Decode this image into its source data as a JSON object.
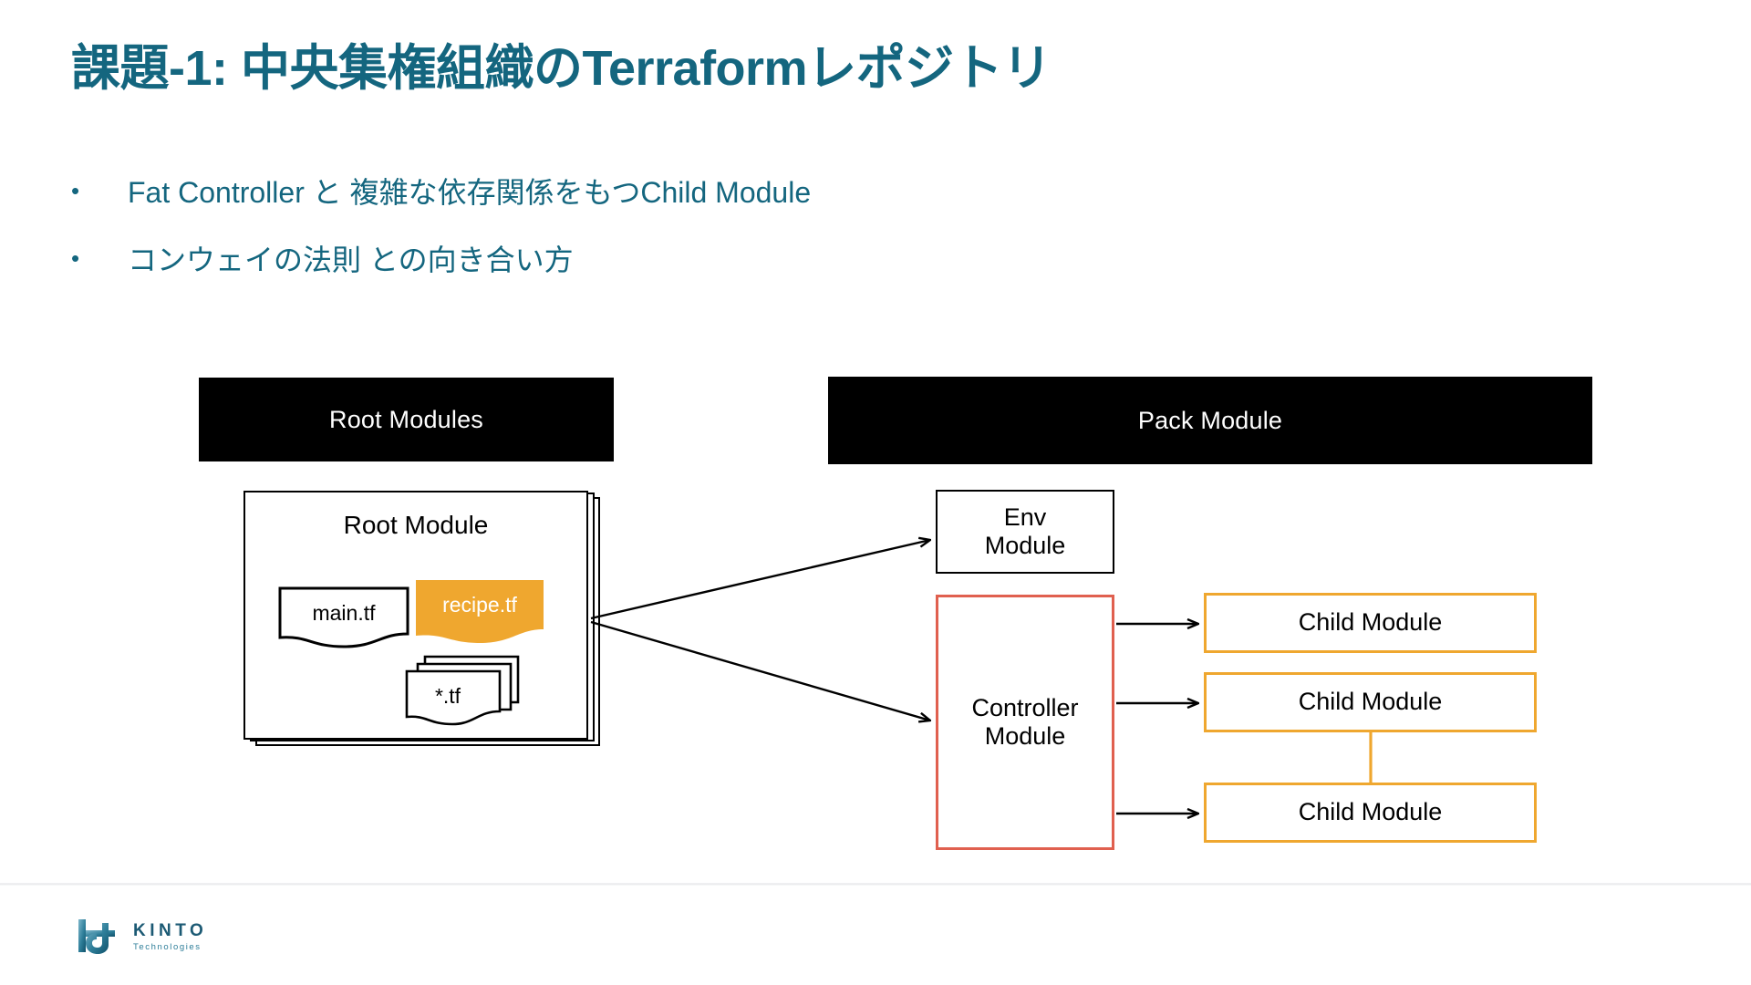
{
  "slide": {
    "title": "課題-1: 中央集権組織のTerraformレポジトリ",
    "bullets": [
      {
        "marker": "•",
        "text": "Fat Controller と 複雑な依存関係をもつChild Module"
      },
      {
        "marker": "•",
        "text": "コンウェイの法則 との向き合い方"
      }
    ]
  },
  "colors": {
    "title_teal": "#14667F",
    "body_teal": "#14667F",
    "header_bar": "#000000",
    "header_bar_text": "#FFFFFF",
    "accent_orange": "#EFA72F",
    "accent_red": "#E0604F",
    "outline_black": "#000000",
    "background": "#FFFFFF",
    "logo_teal": "#1C5A74"
  },
  "diagram": {
    "sections": [
      {
        "id": "root-modules",
        "label": "Root Modules"
      },
      {
        "id": "pack-module",
        "label": "Pack Module"
      }
    ],
    "root_module": {
      "label": "Root Module",
      "files": [
        {
          "id": "main-tf",
          "label": "main.tf",
          "fill": "#FFFFFF",
          "text_color": "#000000",
          "stacked": false
        },
        {
          "id": "recipe-tf",
          "label": "recipe.tf",
          "fill": "#EFA72F",
          "text_color": "#FFFFFF",
          "stacked": false
        },
        {
          "id": "wildcard-tf",
          "label": "*.tf",
          "fill": "#FFFFFF",
          "text_color": "#000000",
          "stacked": true
        }
      ]
    },
    "pack_module": {
      "env_module": {
        "label": "Env\nModule",
        "line1": "Env",
        "line2": "Module",
        "border": "#000000"
      },
      "controller_module": {
        "line1": "Controller",
        "line2": "Module",
        "border": "#E0604F"
      },
      "child_modules": [
        {
          "id": "child-1",
          "label": "Child Module",
          "border": "#EFA72F"
        },
        {
          "id": "child-2",
          "label": "Child Module",
          "border": "#EFA72F"
        },
        {
          "id": "child-3",
          "label": "Child Module",
          "border": "#EFA72F"
        }
      ]
    },
    "connectors": [
      {
        "id": "root-to-env",
        "from": "root-module",
        "to": "env-module",
        "color": "#000000",
        "style": "arrow"
      },
      {
        "id": "root-to-controller",
        "from": "root-module",
        "to": "controller-module",
        "color": "#000000",
        "style": "arrow"
      },
      {
        "id": "controller-to-child-1",
        "from": "controller-module",
        "to": "child-1",
        "color": "#000000",
        "style": "arrow"
      },
      {
        "id": "controller-to-child-2",
        "from": "controller-module",
        "to": "child-2",
        "color": "#000000",
        "style": "arrow"
      },
      {
        "id": "controller-to-child-3",
        "from": "controller-module",
        "to": "child-3",
        "color": "#000000",
        "style": "arrow"
      },
      {
        "id": "child-2-to-child-3",
        "from": "child-2",
        "to": "child-3",
        "color": "#EFA72F",
        "style": "line"
      }
    ]
  },
  "footer": {
    "logo_name": "KINTO",
    "logo_tagline": "Technologies"
  }
}
